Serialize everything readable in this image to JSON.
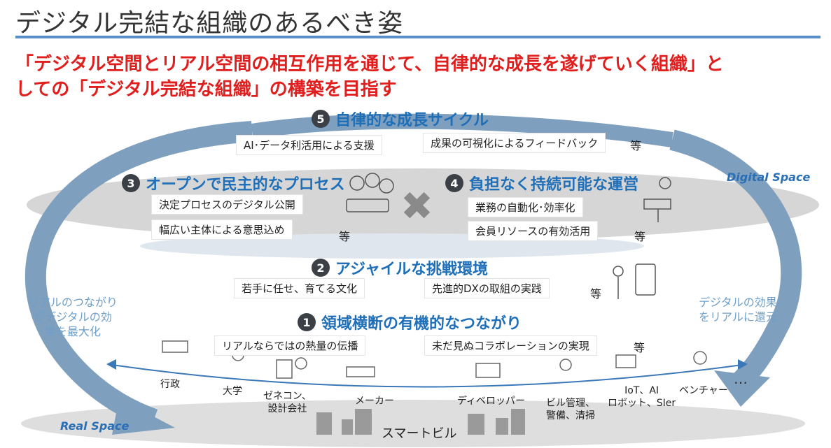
{
  "title": "デジタル完結な組織のあるべき姿",
  "headline": {
    "line1": "「デジタル空間とリアル空間の相互作用を通じて、自律的な成長を遂げていく組織」と",
    "line2": "しての「デジタル完結な組織」の構築を目指す"
  },
  "sections": {
    "s5": {
      "num": "5",
      "label": "自律的な成長サイクル",
      "items": [
        "AI･データ利活用による支援",
        "成果の可視化によるフィードバック"
      ],
      "etc": "等"
    },
    "s3": {
      "num": "3",
      "label": "オープンで民主的なプロセス",
      "items": [
        "決定プロセスのデジタル公開",
        "幅広い主体による意思込め"
      ],
      "etc": "等"
    },
    "s4": {
      "num": "4",
      "label": "負担なく持続可能な運営",
      "items": [
        "業務の自動化･効率化",
        "会員リソースの有効活用"
      ],
      "etc": "等"
    },
    "s2": {
      "num": "2",
      "label": "アジャイルな挑戦環境",
      "items": [
        "若手に任せ、育てる文化",
        "先進的DXの取組の実践"
      ],
      "etc": "等"
    },
    "s1": {
      "num": "1",
      "label": "領域横断の有機的なつながり",
      "items": [
        "リアルならではの熱量の伝播",
        "未だ見ぬコラボレーションの実現"
      ],
      "etc": "等"
    }
  },
  "cross": "✖",
  "labels": {
    "digital_space": "Digital Space",
    "real_space": "Real Space",
    "left_side": [
      "リアルのつながり",
      "がデジタルの効",
      "果を最大化"
    ],
    "right_side": [
      "デジタルの効果",
      "をリアルに還元"
    ],
    "smart_building": "スマートビル",
    "dots": "…"
  },
  "entities": [
    {
      "lines": [
        "行政"
      ]
    },
    {
      "lines": [
        "大学"
      ]
    },
    {
      "lines": [
        "ゼネコン、",
        "設計会社"
      ]
    },
    {
      "lines": [
        "メーカー"
      ]
    },
    {
      "lines": [
        "ディベロッパー"
      ]
    },
    {
      "lines": [
        "ビル管理、",
        "警備、清掃"
      ]
    },
    {
      "lines": [
        "IoT、AI",
        "ロボット、SIer"
      ]
    },
    {
      "lines": [
        "ベンチャー"
      ]
    }
  ],
  "colors": {
    "accent_red": "#e01e1e",
    "section_blue": "#1f6fb8",
    "arrow_blue": "#7f9fbe",
    "ellipse_gray": "#d9d9d9",
    "rule_blue": "#5b8fc7"
  }
}
